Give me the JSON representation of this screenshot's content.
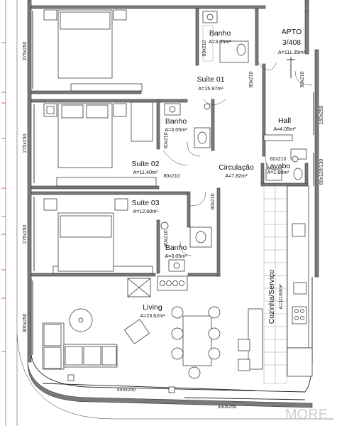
{
  "apartment": {
    "label_line1": "APTO",
    "label_line2": "3/408",
    "area": "A=111.35m²"
  },
  "rooms": [
    {
      "id": "banho-1",
      "name": "Banho",
      "area": "A=3.05m²"
    },
    {
      "id": "suite-01",
      "name": "Suíte 01",
      "area": "A=15.97m²"
    },
    {
      "id": "banho-2",
      "name": "Banho",
      "area": "A=3.05m²"
    },
    {
      "id": "hall",
      "name": "Hall",
      "area": "A=4.05m²"
    },
    {
      "id": "suite-02",
      "name": "Suíte 02",
      "area": "A=11.40m²"
    },
    {
      "id": "circulacao",
      "name": "Circulação",
      "area": "A=7.82m²"
    },
    {
      "id": "lavabo",
      "name": "Lavabo",
      "area": "A=1.80m²"
    },
    {
      "id": "suite-03",
      "name": "Suíte 03",
      "area": "A=12.60m²"
    },
    {
      "id": "banho-3",
      "name": "Banho",
      "area": "A=3.05m²"
    },
    {
      "id": "cozinha",
      "name": "Cozinha/Serviço",
      "area": "A=10.63m²"
    },
    {
      "id": "living",
      "name": "Living",
      "area": "A=23.62m²"
    }
  ],
  "dimensions": {
    "win_275_a": "275x250",
    "win_275_b": "275x250",
    "win_275_c": "275x250",
    "win_300": "300x250",
    "win_455": "455x250",
    "win_330": "330x250",
    "win_160": "160x250",
    "win_60_120": "60x120/130",
    "door_60_a": "60x210",
    "door_60_b": "60x210",
    "door_60_c": "60x210",
    "door_60_d": "60x210",
    "door_80_a": "80x210",
    "door_80_b": "80x210",
    "door_80_c": "80x210",
    "door_90": "90x210"
  },
  "watermark": "MORE"
}
